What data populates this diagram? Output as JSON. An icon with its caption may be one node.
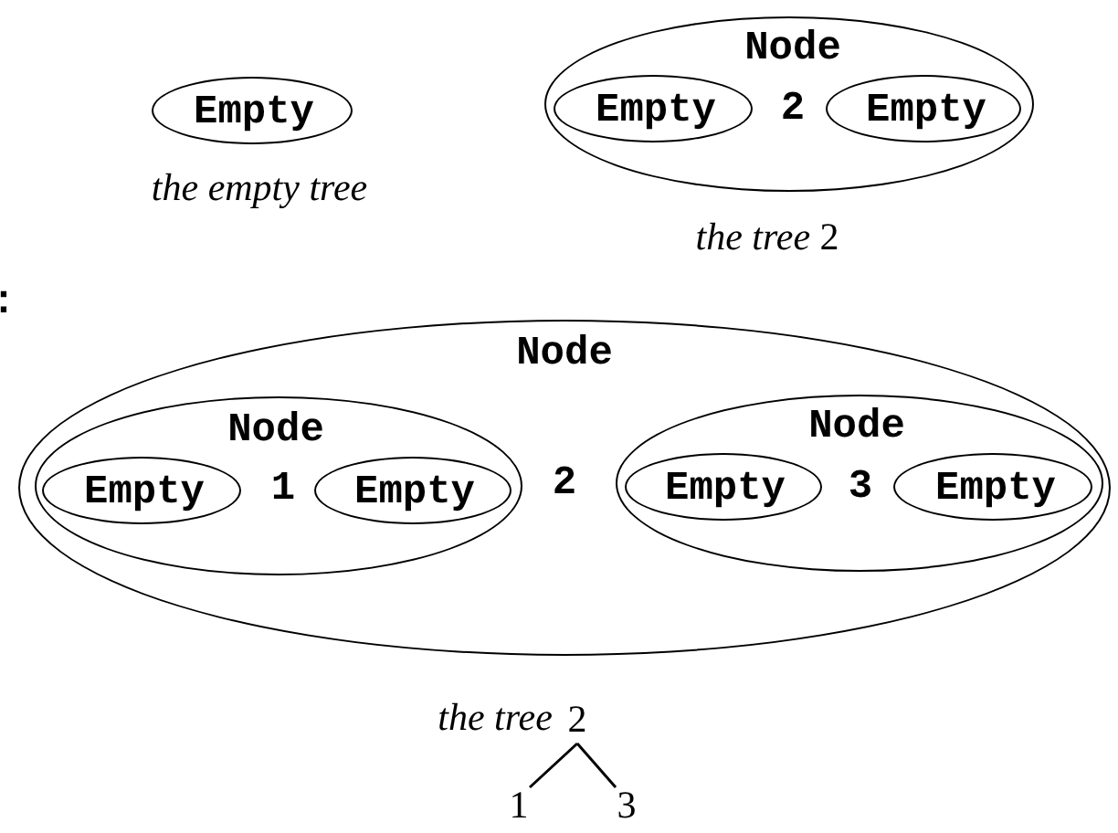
{
  "diagram": {
    "nodes": [
      {
        "text": [
          "Empty"
        ],
        "beside": [
          "the empty tree"
        ]
      },
      {
        "text": [
          "Node",
          "2"
        ],
        "beside": [
          "*the tree* 2"
        ]
      },
      {
        "text": [
          "Empty"
        ],
        "in": 1
      },
      {
        "text": [
          "Empty"
        ],
        "in": 1
      },
      {
        "text": [
          "Node",
          "2"
        ]
      },
      {
        "text": [
          "Node",
          "1"
        ],
        "in": 4
      },
      {
        "text": [
          "Empty"
        ],
        "in": 5
      },
      {
        "text": [
          "Empty"
        ],
        "in": 5
      },
      {
        "text": [
          "Node",
          "3"
        ],
        "in": 4
      },
      {
        "text": [
          "Empty"
        ],
        "in": 8
      },
      {
        "text": [
          "Empty"
        ],
        "in": 8
      },
      {
        "text": [
          "2"
        ],
        "beside": [
          "the tree"
        ]
      },
      {
        "text": [
          "1"
        ]
      },
      {
        "text": [
          "3"
        ]
      }
    ],
    "edges": [
      {
        "from": 11,
        "to": 12,
        "arrow": "none"
      },
      {
        "from": 11,
        "to": 13,
        "arrow": "none"
      }
    ],
    "labels": [
      ":"
    ]
  }
}
